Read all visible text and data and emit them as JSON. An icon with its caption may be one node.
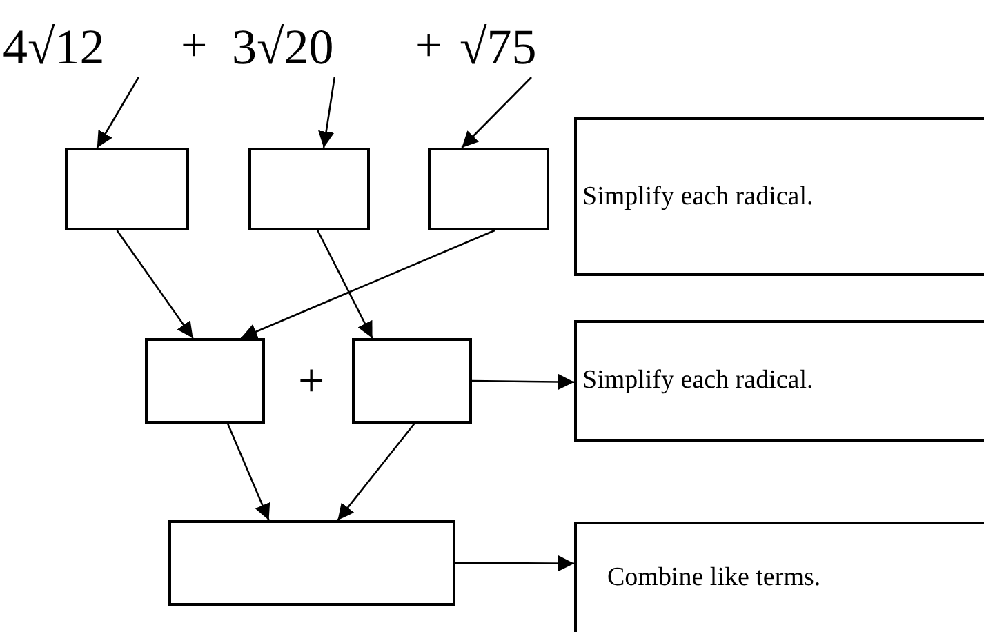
{
  "diagram": {
    "nodes": [
      {
        "text": [
          "4√12"
        ]
      },
      {
        "text": [
          "3√20"
        ]
      },
      {
        "text": [
          "√75"
        ]
      },
      {
        "text": [],
        "shape": "box"
      },
      {
        "text": [],
        "shape": "box"
      },
      {
        "text": [],
        "shape": "box"
      },
      {
        "text": [
          "Simplify each radical."
        ]
      },
      {
        "text": [],
        "shape": "box"
      },
      {
        "text": [],
        "shape": "box"
      },
      {
        "text": [
          "Simplify each radical."
        ]
      },
      {
        "text": [],
        "shape": "box"
      },
      {
        "text": [
          "Combine like terms."
        ]
      }
    ],
    "edges": [
      {
        "from": 0,
        "to": 3,
        "arrow": "to"
      },
      {
        "from": 1,
        "to": 4,
        "arrow": "to"
      },
      {
        "from": 2,
        "to": 5,
        "arrow": "to"
      },
      {
        "from": 3,
        "to": 7,
        "arrow": "to"
      },
      {
        "from": 5,
        "to": 7,
        "arrow": "to"
      },
      {
        "from": 4,
        "to": 8,
        "arrow": "to"
      },
      {
        "from": 8,
        "to": 9,
        "arrow": "to"
      },
      {
        "from": 7,
        "to": 10,
        "arrow": "to"
      },
      {
        "from": 8,
        "to": 10,
        "arrow": "to"
      },
      {
        "from": 10,
        "to": 11,
        "arrow": "to"
      }
    ],
    "labels": [
      "+",
      "+",
      "+"
    ]
  }
}
